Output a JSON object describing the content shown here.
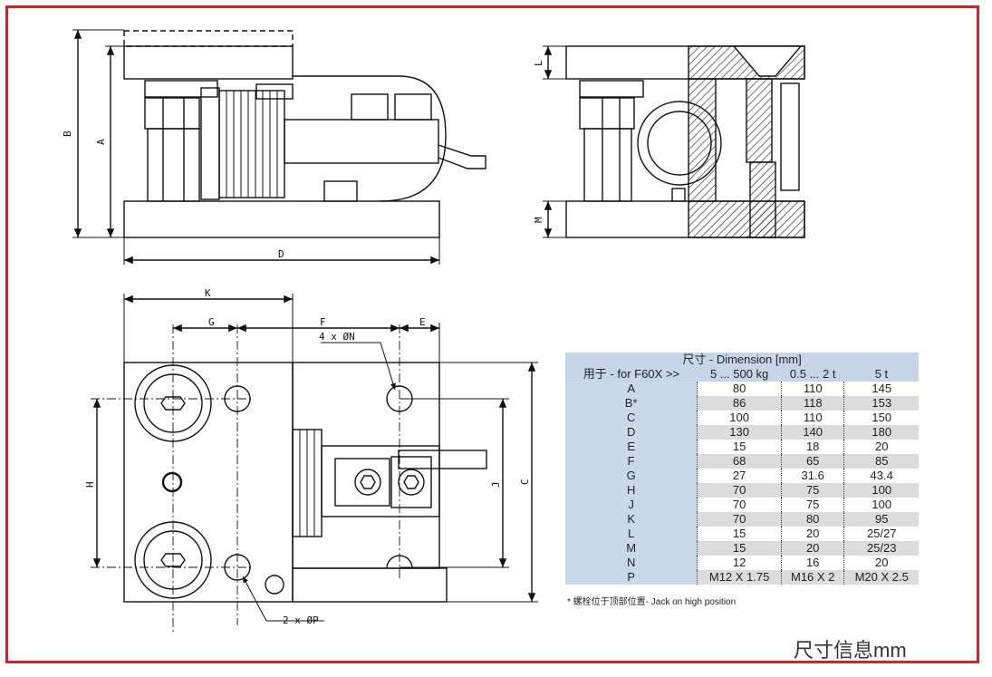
{
  "table": {
    "title": "尺寸 - Dimension [mm]",
    "header": [
      "用于 - for F60X >>",
      "5 ... 500 kg",
      "0.5 ... 2 t",
      "5 t"
    ],
    "rows": [
      [
        "A",
        "80",
        "110",
        "145"
      ],
      [
        "B*",
        "86",
        "118",
        "153"
      ],
      [
        "C",
        "100",
        "110",
        "150"
      ],
      [
        "D",
        "130",
        "140",
        "180"
      ],
      [
        "E",
        "15",
        "18",
        "20"
      ],
      [
        "F",
        "68",
        "65",
        "85"
      ],
      [
        "G",
        "27",
        "31.6",
        "43.4"
      ],
      [
        "H",
        "70",
        "75",
        "100"
      ],
      [
        "J",
        "70",
        "75",
        "100"
      ],
      [
        "K",
        "70",
        "80",
        "95"
      ],
      [
        "L",
        "15",
        "20",
        "25/27"
      ],
      [
        "M",
        "15",
        "20",
        "25/23"
      ],
      [
        "N",
        "12",
        "16",
        "20"
      ],
      [
        "P",
        "M12 X 1.75",
        "M16 X 2",
        "M20 X 2.5"
      ]
    ]
  },
  "note": "* 螺栓位于顶部位置- Jack on high position",
  "footer": "尺寸信息mm",
  "labels": {
    "A": "A",
    "B": "B",
    "C": "C",
    "D": "D",
    "E": "E",
    "F": "F",
    "G": "G",
    "H": "H",
    "J": "J",
    "K": "K",
    "L": "L",
    "M": "M",
    "N": "4 x ØN",
    "P": "2 x ØP"
  },
  "colors": {
    "frame": "#c8262b",
    "table_header": "#c6d6e8",
    "row_alt": "#dcdcdc"
  }
}
